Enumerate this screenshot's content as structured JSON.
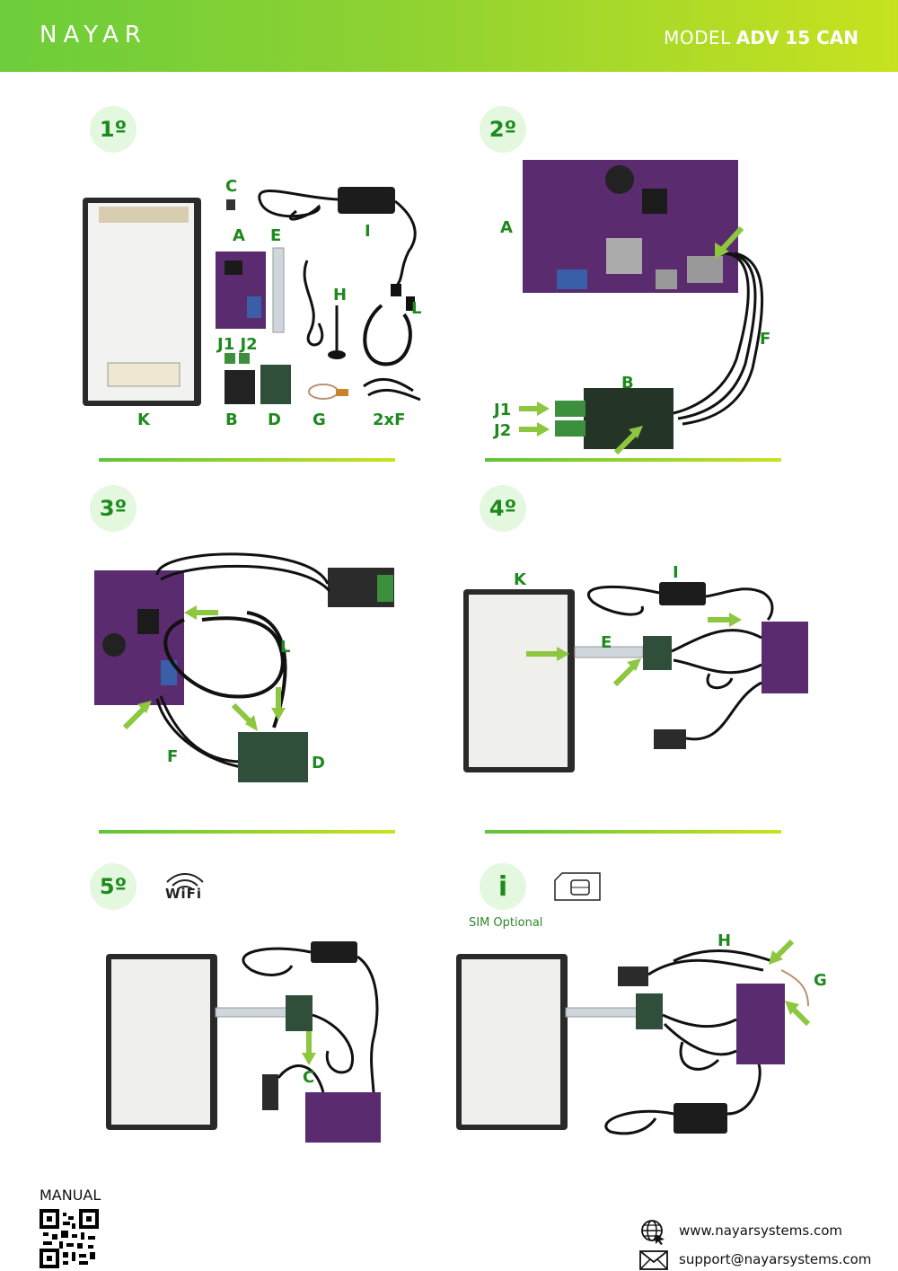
{
  "header": {
    "brand": "NAYAR",
    "model_label": "MODEL",
    "model_value": "ADV 15 CAN"
  },
  "steps": {
    "s1": "1º",
    "s2": "2º",
    "s3": "3º",
    "s4": "4º",
    "s5": "5º",
    "info": "i"
  },
  "panel1": {
    "labels": {
      "c": "C",
      "a": "A",
      "e": "E",
      "i": "I",
      "h": "H",
      "l": "L",
      "j1j2": "J1 J2",
      "k": "K",
      "b": "B",
      "d": "D",
      "g": "G",
      "f": "2xF"
    }
  },
  "panel2": {
    "labels": {
      "a": "A",
      "f": "F",
      "b": "B",
      "j1": "J1",
      "j2": "J2"
    }
  },
  "panel3": {
    "labels": {
      "l": "L",
      "f": "F",
      "d": "D"
    }
  },
  "panel4": {
    "labels": {
      "k": "K",
      "i": "I",
      "e": "E"
    }
  },
  "panel5": {
    "labels": {
      "c": "C"
    },
    "wifi_text": "WiFi"
  },
  "panel6": {
    "sim_caption": "SIM Optional",
    "labels": {
      "h": "H",
      "g": "G"
    }
  },
  "footer": {
    "manual_label": "MANUAL",
    "website": "www.nayarsystems.com",
    "email": "support@nayarsystems.com"
  },
  "colors": {
    "accent_green": "#1e8a1e",
    "arrow_green": "#8dc63f",
    "step_circle": "#e4f8df",
    "board_purple": "#5a2b6e",
    "pcb_green": "#2f4f3a"
  },
  "icons": [
    "wifi-icon",
    "sim-card-icon",
    "globe-icon",
    "mail-icon",
    "qr-code-icon"
  ]
}
